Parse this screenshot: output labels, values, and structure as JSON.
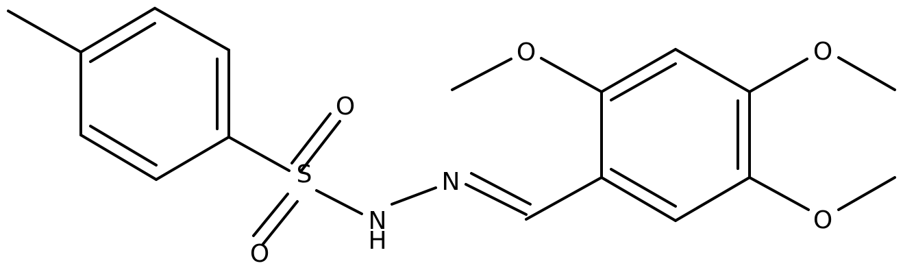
{
  "molecule": {
    "atoms": {
      "sulfur": "S",
      "oxygen_sulfonyl_top": "O",
      "oxygen_sulfonyl_bottom": "O",
      "nitrogen_imine": "N",
      "nitrogen_amide": "N",
      "hydrogen_amide": "H",
      "oxygen_methoxy_2": "O",
      "oxygen_methoxy_4": "O",
      "oxygen_methoxy_5": "O"
    },
    "colors": {
      "ink": "#000000",
      "background": "#ffffff"
    }
  }
}
